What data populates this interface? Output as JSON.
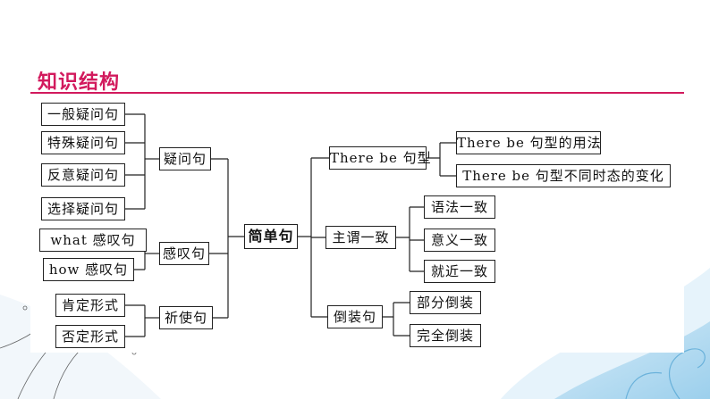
{
  "heading": "知识结构",
  "root": "简单句",
  "left": {
    "groups": [
      {
        "label": "疑问句",
        "children": [
          "一般疑问句",
          "特殊疑问句",
          "反意疑问句",
          "选择疑问句"
        ]
      },
      {
        "label": "感叹句",
        "children": [
          "what 感叹句",
          "how 感叹句"
        ]
      },
      {
        "label": "祈使句",
        "children": [
          "肯定形式",
          "否定形式"
        ]
      }
    ]
  },
  "right": {
    "groups": [
      {
        "label": "There be 句型",
        "children": [
          "There be 句型的用法",
          "There be 句型不同时态的变化"
        ]
      },
      {
        "label": "主谓一致",
        "children": [
          "语法一致",
          "意义一致",
          "就近一致"
        ]
      },
      {
        "label": "倒装句",
        "children": [
          "部分倒装",
          "完全倒装"
        ]
      }
    ]
  },
  "colors": {
    "heading": "#d21a5d",
    "line": "#222222",
    "background_deco": "#5aa9d6"
  }
}
